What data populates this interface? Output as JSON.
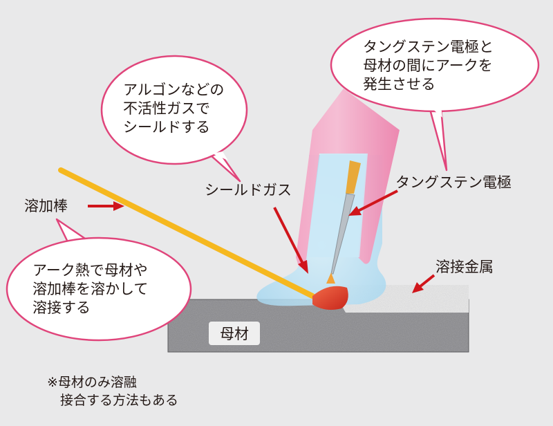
{
  "bubbles": {
    "argon": [
      "アルゴンなどの",
      "不活性ガスで",
      "シールドする"
    ],
    "tungsten": [
      "タングステン電極と",
      "母材の間にアークを",
      "発生させる"
    ],
    "arc_heat": [
      "アーク熱で母材や",
      "溶加棒を溶かして",
      "溶接する"
    ]
  },
  "labels": {
    "shield_gas": "シールドガス",
    "tungsten_electrode": "タングステン電極",
    "filler_rod": "溶加棒",
    "weld_metal": "溶接金属",
    "base_metal": "母材"
  },
  "note": [
    "※母材のみ溶融",
    "　接合する方法もある"
  ],
  "colors": {
    "background": "#e9e9ea",
    "bubble_border": "#e0457b",
    "torch_pink": "#ef8fb6",
    "arrow_red": "#d0151b",
    "filler_yellow": "#f6b81f",
    "gas_blue": "#bfe3f6",
    "weld_pool": "#e5472f"
  }
}
